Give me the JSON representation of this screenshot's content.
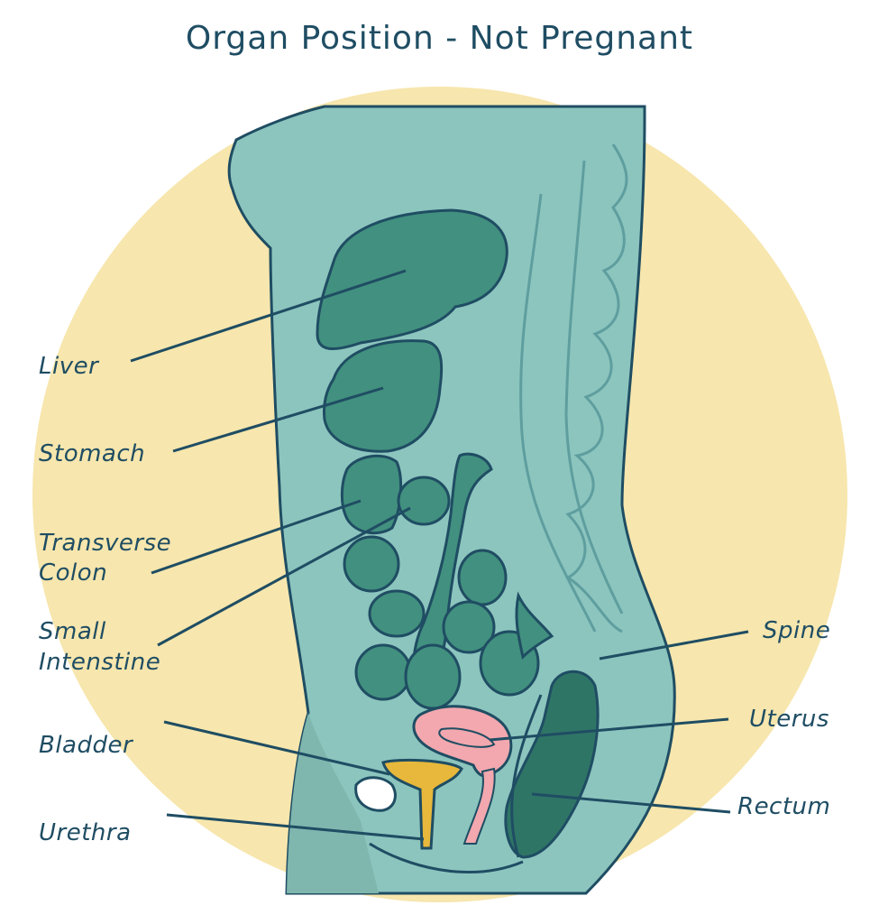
{
  "title": "Organ Position - Not Pregnant",
  "colors": {
    "background_circle": "#f7e6ad",
    "body": "#8cc5be",
    "organ": "#42907f",
    "outline": "#1f4d63",
    "spine": "#5f9e9f",
    "uterus": "#f2a8ae",
    "bladder": "#e7b83b"
  },
  "labels": {
    "liver": "Liver",
    "stomach": "Stomach",
    "transverse_colon_1": "Transverse",
    "transverse_colon_2": "Colon",
    "small_intestine_1": "Small",
    "small_intestine_2": "Intenstine",
    "bladder": "Bladder",
    "urethra": "Urethra",
    "spine": "Spine",
    "uterus": "Uterus",
    "rectum": "Rectum"
  }
}
